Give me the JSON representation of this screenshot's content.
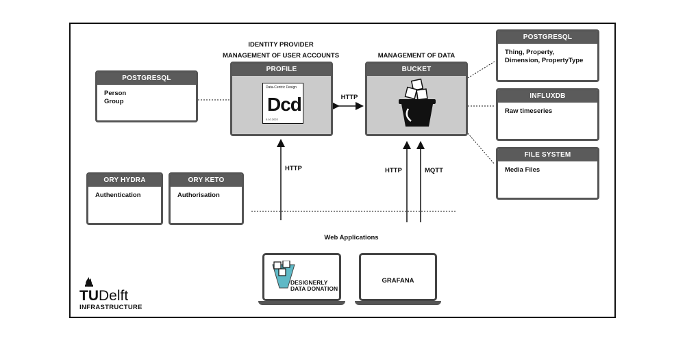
{
  "postgres_left": {
    "title": "POSTGRESQL",
    "lines": [
      "Person",
      "Group"
    ]
  },
  "profile": {
    "heading_1": "IDENTITY PROVIDER",
    "heading_2": "MANAGEMENT OF USER ACCOUNTS",
    "title": "PROFILE",
    "logo": {
      "subtitle": "Data-Centric Design",
      "mark": "Dcd",
      "version": "0.10.2022"
    }
  },
  "bucket": {
    "heading": "MANAGEMENT OF DATA",
    "title": "BUCKET"
  },
  "profile_bucket_link": "HTTP",
  "postgres_right": {
    "title": "POSTGRESQL",
    "lines": [
      "Thing, Property,",
      "Dimension, PropertyType"
    ]
  },
  "influxdb": {
    "title": "INFLUXDB",
    "lines": [
      "Raw timeseries"
    ]
  },
  "file_system": {
    "title": "FILE SYSTEM",
    "lines": [
      "Media Files"
    ]
  },
  "ory_hydra": {
    "title": "ORY HYDRA",
    "lines": [
      "Authentication"
    ]
  },
  "ory_keto": {
    "title": "ORY KETO",
    "lines": [
      "Authorisation"
    ]
  },
  "arrows": {
    "profile": "HTTP",
    "bucket_http": "HTTP",
    "bucket_mqtt": "MQTT"
  },
  "web_apps": {
    "label": "Web Applications",
    "donation_line1": "DESIGNERLY",
    "donation_line2": "DATA DONATION",
    "grafana": "GRAFANA"
  },
  "logo": {
    "tu": "TU",
    "delft": "Delft",
    "sub": "INFRASTRUCTURE"
  }
}
